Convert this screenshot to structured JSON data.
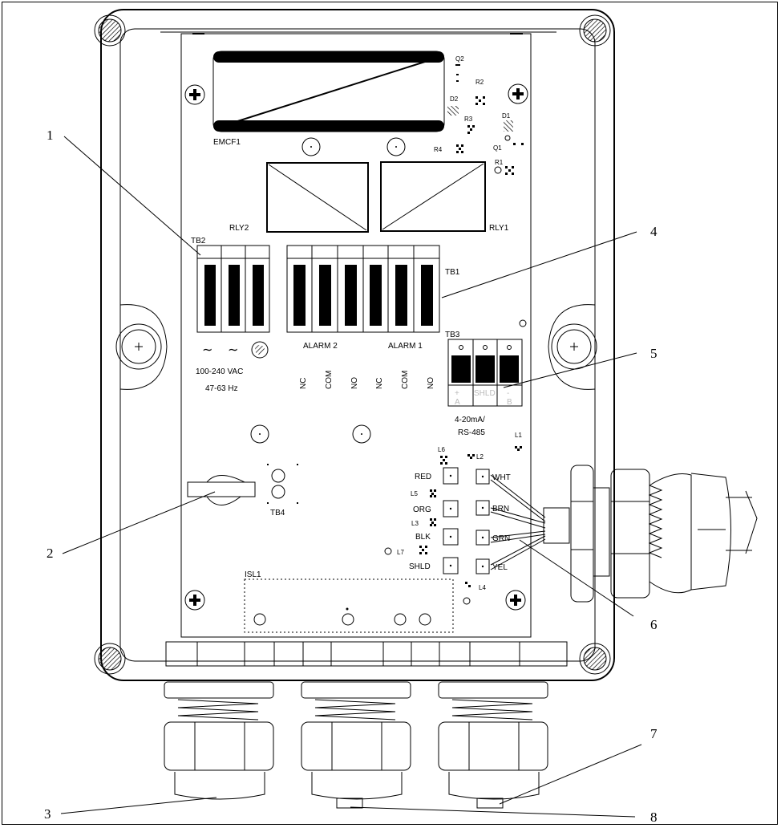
{
  "labels": {
    "emcf1": "EMCF1",
    "rly2": "RLY2",
    "rly1": "RLY1",
    "tb2": "TB2",
    "tb1": "TB1",
    "tb3": "TB3",
    "tb4": "TB4",
    "isl1": "ISL1",
    "voltage": "100-240 VAC",
    "frequency": "47-63 Hz",
    "alarm2": "ALARM   2",
    "alarm1": "ALARM   1",
    "nc": "NC",
    "com": "COM",
    "no": "NO",
    "plus": "+",
    "shld_term": "SHLD",
    "minus": "-",
    "a": "A",
    "b": "B",
    "analog1": "4-20mA/",
    "analog2": "RS-485",
    "red": "RED",
    "org": "ORG",
    "blk": "BLK",
    "shld": "SHLD",
    "wht": "WHT",
    "brn": "BRN",
    "grn": "GRN",
    "yel": "YEL",
    "q2": "Q2",
    "r2": "R2",
    "d2": "D2",
    "r3": "R3",
    "r4": "R4",
    "d1": "D1",
    "q1": "Q1",
    "r1": "R1",
    "l1": "L1",
    "l2": "L2",
    "l3": "L3",
    "l4": "L4",
    "l5": "L5",
    "l6": "L6",
    "l7": "L7"
  },
  "callouts": [
    "1",
    "2",
    "3",
    "4",
    "5",
    "6",
    "7",
    "8"
  ]
}
